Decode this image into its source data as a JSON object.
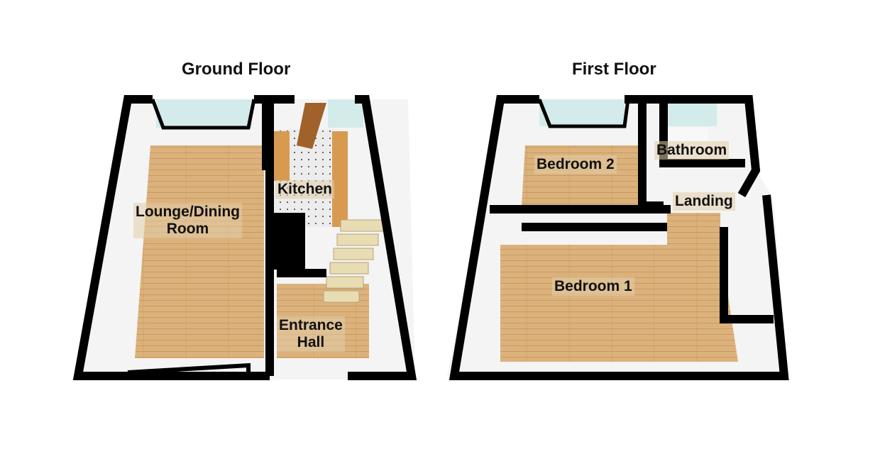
{
  "ground_floor": {
    "title": "Ground Floor",
    "rooms": {
      "lounge": "Lounge/Dining Room",
      "lounge_line1": "Lounge/Dining",
      "lounge_line2": "Room",
      "kitchen": "Kitchen",
      "hall_line1": "Entrance",
      "hall_line2": "Hall"
    }
  },
  "first_floor": {
    "title": "First Floor",
    "rooms": {
      "bedroom2": "Bedroom 2",
      "bathroom": "Bathroom",
      "landing": "Landing",
      "bedroom1": "Bedroom 1"
    }
  },
  "colors": {
    "wall": "#000000",
    "floor_wood": "#d8b07a",
    "window": "#cfe6e4",
    "interior_wall": "#f2f2f2",
    "tiles": "#e8e8e8"
  }
}
